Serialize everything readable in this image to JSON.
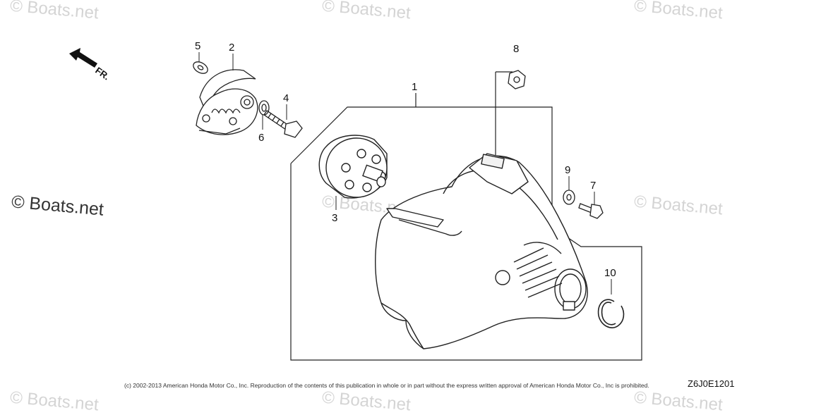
{
  "watermark": {
    "text": "© Boats.net"
  },
  "direction_label": "FR.",
  "callouts": [
    "1",
    "2",
    "3",
    "4",
    "5",
    "6",
    "7",
    "8",
    "9",
    "10"
  ],
  "footer": {
    "copyright": "(c) 2002-2013 American Honda Motor Co., Inc. Reproduction of the contents of this publication in whole or in part without the express written approval of American Honda Motor Co., Inc is prohibited.",
    "diagram_code": "Z6J0E1201"
  }
}
